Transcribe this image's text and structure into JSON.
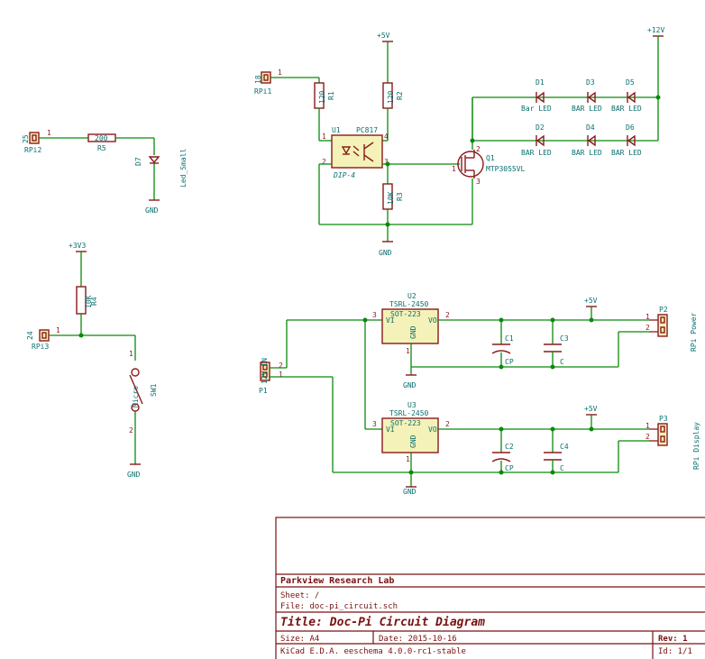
{
  "title_block": {
    "org": "Parkview Research Lab",
    "sheet": "Sheet: /",
    "file": "File: doc-pi_circuit.sch",
    "title": "Title: Doc-Pi Circuit Diagram",
    "size": "Size: A4",
    "date": "Date: 2015-10-16",
    "rev": "Rev: 1",
    "tool": "KiCad E.D.A.  eeschema 4.0.0-rc1-stable",
    "id": "Id: 1/1"
  },
  "rpi2": {
    "num": "25",
    "ref": "RPi2",
    "pin": "1",
    "res_val": "200",
    "res_ref": "R5",
    "led_ref": "D7",
    "led_val": "Led_Small",
    "gnd": "GND"
  },
  "rpi3": {
    "num": "24",
    "ref": "RPi3",
    "pin": "1",
    "pwr": "+3V3",
    "res_val": "10K",
    "res_ref": "R4",
    "sw_ref": "SW1",
    "sw_val": "Micro",
    "sw_p1": "1",
    "sw_p2": "2",
    "gnd": "GND"
  },
  "opto": {
    "rpi1_num": "18",
    "rpi1_ref": "RPi1",
    "rpi1_pin": "1",
    "r1_val": "120",
    "r1_ref": "R1",
    "r2_val": "120",
    "r2_ref": "R2",
    "r3_val": "10K",
    "r3_ref": "R3",
    "pwr": "+5V",
    "u1_ref": "U1",
    "u1_val": "PC817",
    "u1_pkg": "DIP-4",
    "u1_p1": "1",
    "u1_p2": "2",
    "u1_p3": "3",
    "u1_p4": "4",
    "q1_ref": "Q1",
    "q1_val": "MTP3055VL",
    "q1_g": "1",
    "q1_d": "2",
    "q1_s": "3",
    "gnd": "GND"
  },
  "leds": {
    "pwr": "+12V",
    "top": [
      {
        "ref": "D1",
        "val": "Bar LED"
      },
      {
        "ref": "D3",
        "val": "BAR LED"
      },
      {
        "ref": "D5",
        "val": "BAR LED"
      }
    ],
    "bottom": [
      {
        "ref": "D2",
        "val": "BAR LED"
      },
      {
        "ref": "D4",
        "val": "BAR LED"
      },
      {
        "ref": "D6",
        "val": "BAR LED"
      }
    ]
  },
  "power": {
    "p1_ref": "P1",
    "p1_val": "12V IN",
    "p1_pin1": "1",
    "p1_pin2": "2",
    "u2_ref": "U2",
    "u2_val": "TSRL-2450",
    "u2_pkg": "SOT-223",
    "u3_ref": "U3",
    "u3_val": "TSRL-2450",
    "u3_pkg": "SOT-223",
    "vi": "VI",
    "vo": "VO",
    "gndpin": "GND",
    "reg_p1": "1",
    "reg_p2": "2",
    "reg_p3": "3",
    "pwr": "+5V",
    "c1_ref": "C1",
    "c1_val": "CP",
    "c2_ref": "C2",
    "c2_val": "CP",
    "c3_ref": "C3",
    "c3_val": "C",
    "c4_ref": "C4",
    "c4_val": "C",
    "p2_ref": "P2",
    "p2_val": "RPi Power",
    "p3_ref": "P3",
    "p3_val": "RPi Display",
    "pin1": "1",
    "pin2": "2",
    "gnd": "GND"
  }
}
